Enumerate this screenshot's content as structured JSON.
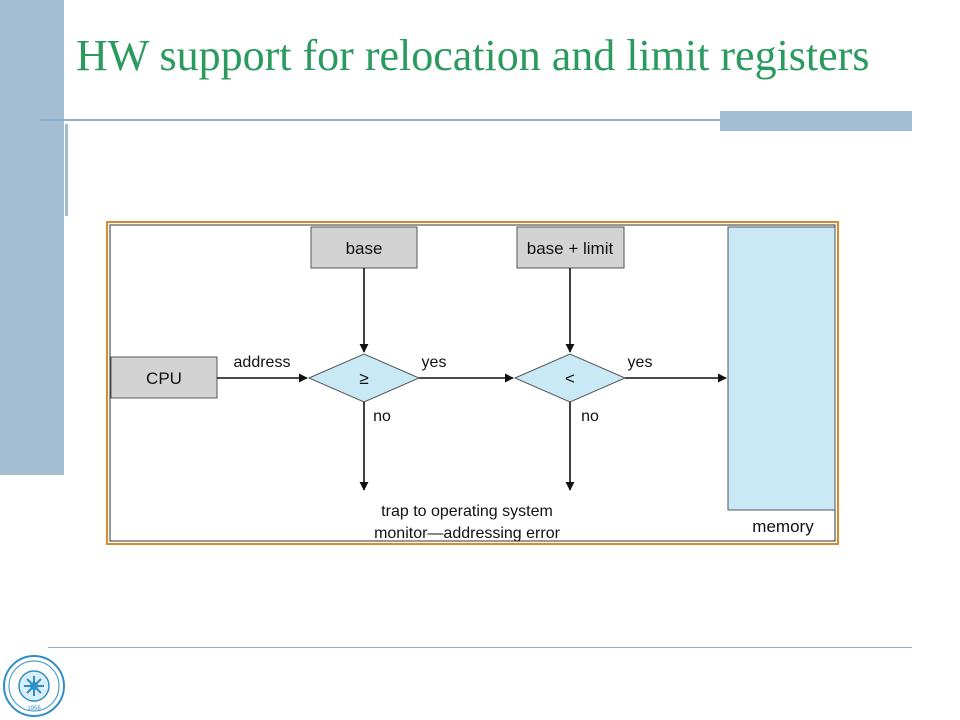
{
  "slide": {
    "title": "HW support for relocation and limit registers"
  },
  "diagram": {
    "boxes": {
      "base": "base",
      "base_limit": "base + limit",
      "cpu": "CPU",
      "memory": "memory"
    },
    "decisions": {
      "ge": "≥",
      "lt": "<"
    },
    "edge_labels": {
      "address": "address",
      "yes1": "yes",
      "yes2": "yes",
      "no1": "no",
      "no2": "no"
    },
    "trap_lines": [
      "trap to operating system",
      "monitor—addressing error"
    ]
  },
  "colors": {
    "title": "#2a9a5f",
    "accent": "#a3bdd2",
    "frame_border": "#d98a2b",
    "box_gray": "#d3d3d3",
    "diamond_fill": "#c9e9f7",
    "memory_fill": "#c9e9f7"
  },
  "logo": {
    "icon": "university-seal-icon",
    "year": "1956"
  }
}
